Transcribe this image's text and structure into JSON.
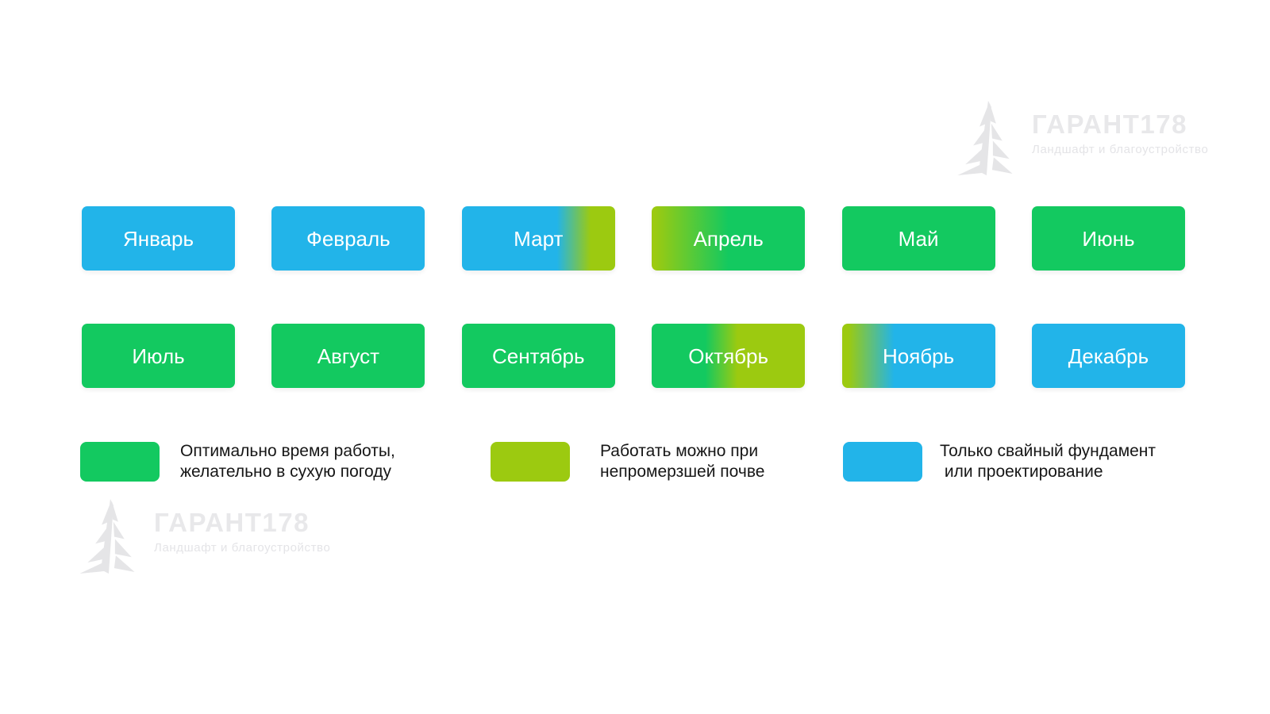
{
  "brand": {
    "name": "ГАРАНТ178",
    "tagline": "Ландшафт и благоустройство"
  },
  "colors": {
    "optimal": "#13c960",
    "thaw": "#9cca10",
    "piles": "#22b4e9"
  },
  "months": [
    {
      "label": "Январь",
      "fill": "piles"
    },
    {
      "label": "Февраль",
      "fill": "piles"
    },
    {
      "label": "Март",
      "fill": "piles-to-thaw"
    },
    {
      "label": "Апрель",
      "fill": "thaw-to-optimal"
    },
    {
      "label": "Май",
      "fill": "optimal"
    },
    {
      "label": "Июнь",
      "fill": "optimal"
    },
    {
      "label": "Июль",
      "fill": "optimal"
    },
    {
      "label": "Август",
      "fill": "optimal"
    },
    {
      "label": "Сентябрь",
      "fill": "optimal"
    },
    {
      "label": "Октябрь",
      "fill": "optimal-to-thaw"
    },
    {
      "label": "Ноябрь",
      "fill": "thaw-to-piles"
    },
    {
      "label": "Декабрь",
      "fill": "piles"
    }
  ],
  "legend": [
    {
      "key": "optimal",
      "text": "Оптимально время работы,\nжелательно в сухую погоду"
    },
    {
      "key": "thaw",
      "text": "Работать можно при\nнепромерзшей почве"
    },
    {
      "key": "piles",
      "text": "Только свайный фундамент\n или проектирование"
    }
  ]
}
